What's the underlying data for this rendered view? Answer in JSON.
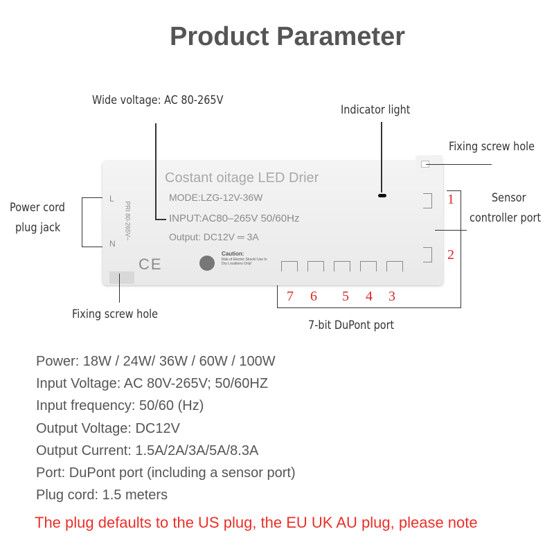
{
  "title": "Product Parameter",
  "labels": {
    "wide_voltage": "Wide voltage: AC 80-265V",
    "indicator": "Indicator light",
    "fixing_top": "Fixing screw hole",
    "sensor_1": "Sensor",
    "sensor_2": "controller port",
    "power_1": "Power cord",
    "power_2": "plug jack",
    "fixing_bottom": "Fixing screw hole",
    "dupont": "7-bit DuPont port",
    "num_1": "1",
    "num_2": "2",
    "ports": [
      "7",
      "6",
      "5",
      "4",
      "3"
    ]
  },
  "device": {
    "brand": "Costant oitage LED Drier",
    "mode": "MODE:LZG-12V-36W",
    "input": "INPUT:AC80–265V 50/60Hz",
    "output": "Output: DC12V ═ 3A",
    "caution": "Caution:",
    "caution_text": "Risk of Electric Shock! Use In Dry Locations Only!",
    "l": "L",
    "n": "N",
    "pri": "PRI 80-265V~",
    "ce": "CE"
  },
  "specs": [
    "Power: 18W / 24W/ 36W / 60W / 100W",
    "Input Voltage: AC 80V-265V; 50/60HZ",
    "Input frequency: 50/60 (Hz)",
    "Output Voltage: DC12V",
    "Output Current: 1.5A/2A/3A/5A/8.3A",
    "Port: DuPont port (including a sensor port)",
    "Plug cord: 1.5 meters"
  ],
  "note": "The plug defaults to the US plug, the EU UK AU  plug, please note"
}
